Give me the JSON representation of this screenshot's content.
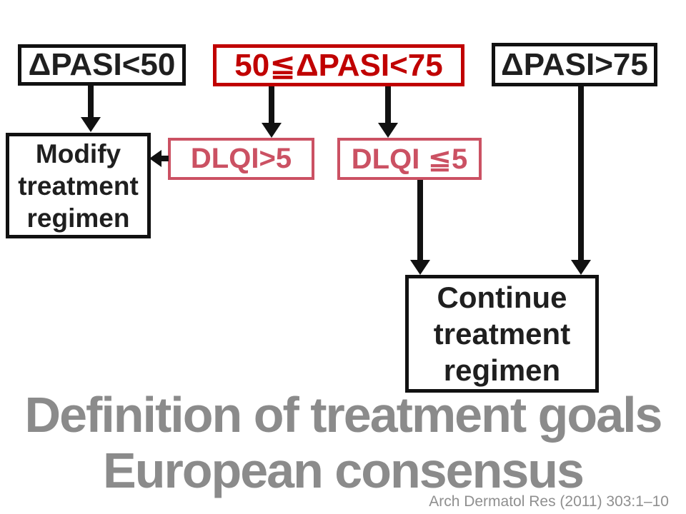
{
  "slide": {
    "background_color": "#ffffff",
    "title": {
      "line1": "Definition of treatment goals",
      "line2": "European consensus",
      "color": "#8b8b8b"
    },
    "citation": {
      "text": "Arch Dermatol Res (2011) 303:1–10",
      "color": "#8f8f8f"
    }
  },
  "palette": {
    "box_border_black": "#111111",
    "box_text_black": "#1f1f1f",
    "red_accent": "#c00000",
    "pink_accent": "#cb5163",
    "arrow_color": "#111111"
  },
  "flowchart": {
    "top_row": [
      {
        "label": "ΔPASI<50",
        "style": "black"
      },
      {
        "label": "50≦ΔPASI<75",
        "style": "red"
      },
      {
        "label": "ΔPASI>75",
        "style": "black"
      }
    ],
    "dlqi_row": [
      {
        "label": "DLQI>5",
        "style": "pink"
      },
      {
        "label": "DLQI ≦5",
        "style": "pink"
      }
    ],
    "modify_box": {
      "lines": [
        "Modify",
        "treatment",
        "regimen"
      ],
      "style": "black"
    },
    "continue_box": {
      "lines": [
        "Continue",
        "treatment",
        "regimen"
      ],
      "style": "black"
    }
  }
}
